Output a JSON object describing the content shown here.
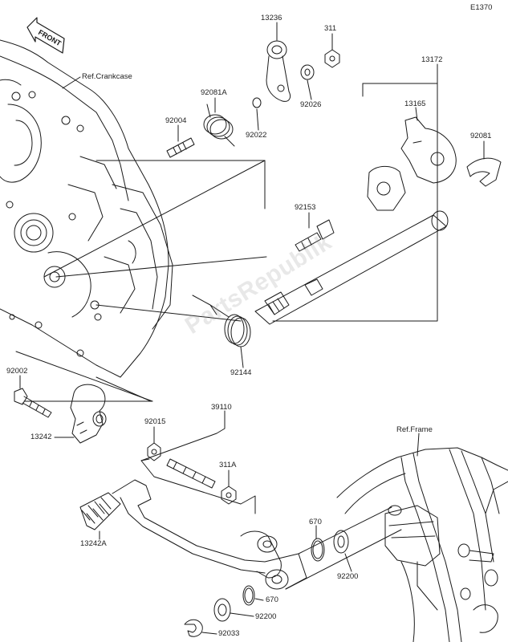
{
  "diagram_code": "E1370",
  "front_arrow_label": "FRONT",
  "watermark": "PartsRepublik",
  "references": {
    "crankcase": "Ref.Crankcase",
    "frame": "Ref.Frame"
  },
  "parts": {
    "p13236": "13236",
    "p311": "311",
    "p13172": "13172",
    "p92081A": "92081A",
    "p92004": "92004",
    "p92022": "92022",
    "p92026": "92026",
    "p13165": "13165",
    "p92081": "92081",
    "p92153": "92153",
    "p92144": "92144",
    "p92002": "92002",
    "p13242": "13242",
    "p39110": "39110",
    "p92015": "92015",
    "p311A": "311A",
    "p13242A": "13242A",
    "p670_upper": "670",
    "p670_lower": "670",
    "p92200_right": "92200",
    "p92200_lower": "92200",
    "p92033": "92033"
  },
  "colors": {
    "line": "#1a1a1a",
    "watermark": "#9a9a9a"
  }
}
